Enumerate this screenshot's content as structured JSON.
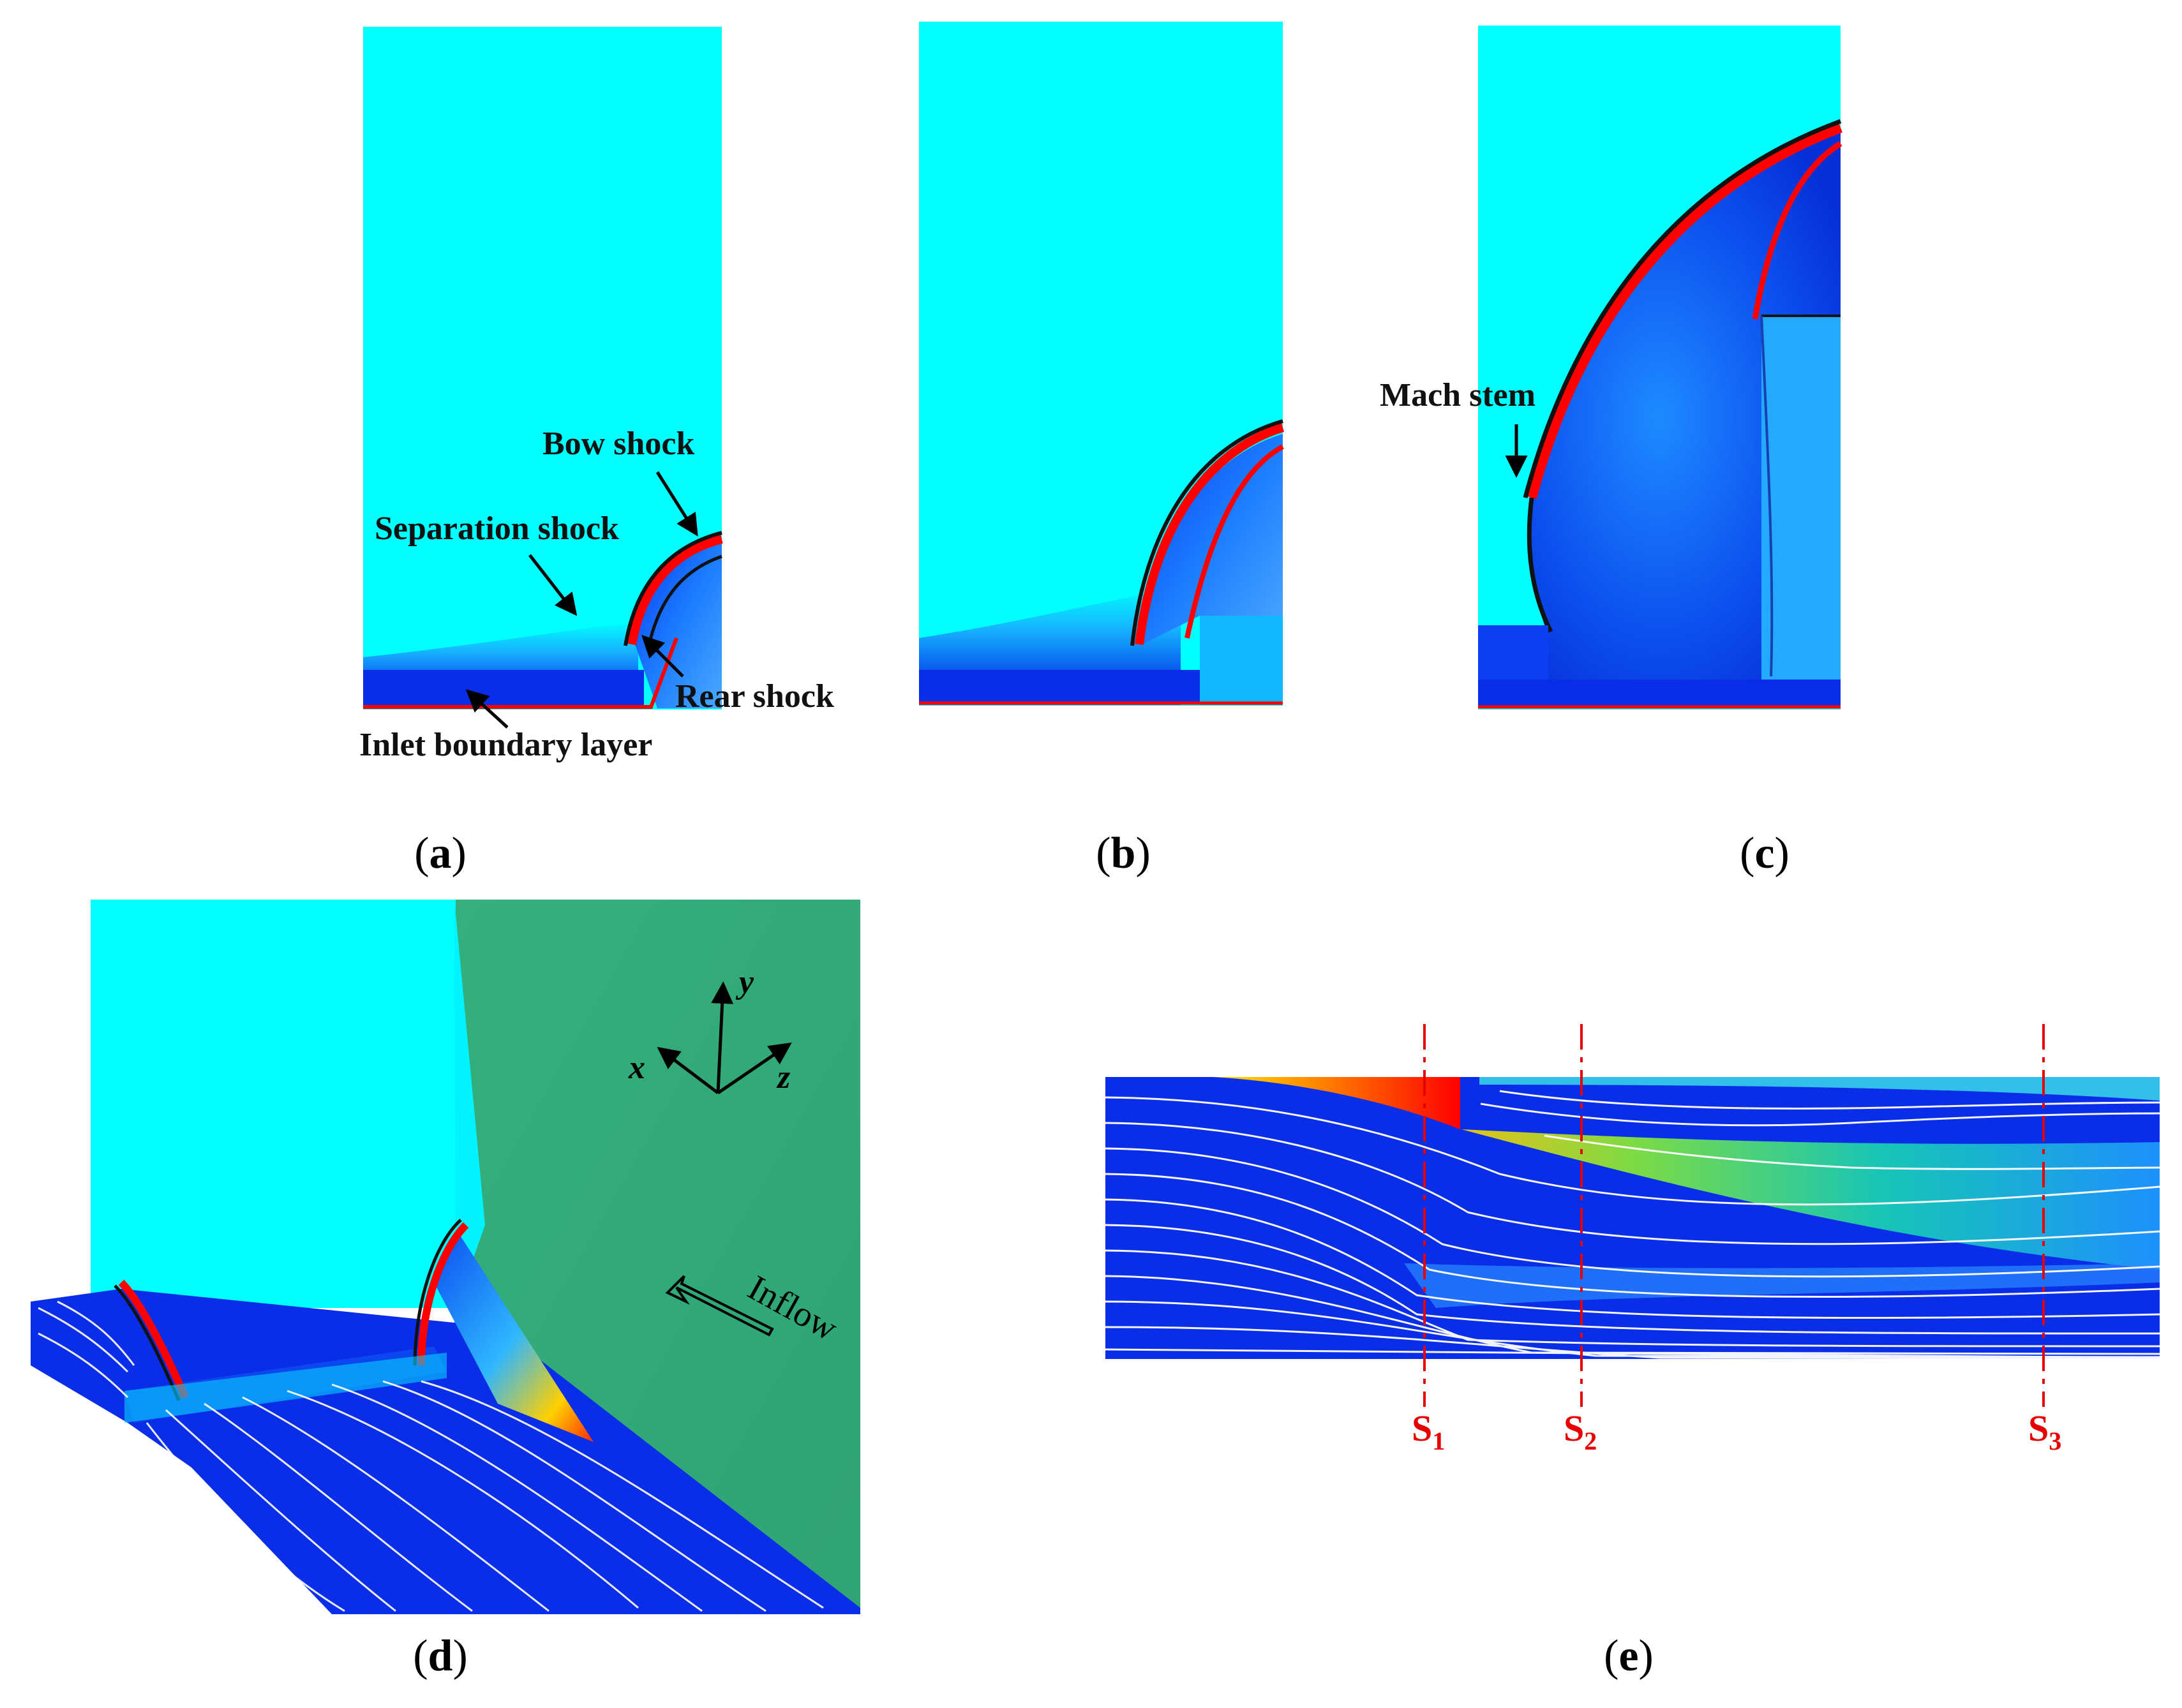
{
  "panels": {
    "a": {
      "caption": "a",
      "labels": {
        "bow_shock": "Bow shock",
        "separation_shock": "Separation shock",
        "rear_shock": "Rear shock",
        "inlet_boundary_layer": "Inlet boundary layer"
      }
    },
    "b": {
      "caption": "b"
    },
    "c": {
      "caption": "c",
      "labels": {
        "mach_stem": "Mach stem"
      }
    },
    "d": {
      "caption": "d",
      "axes": {
        "x": "x",
        "y": "y",
        "z": "z"
      },
      "inflow_label": "Inflow"
    },
    "e": {
      "caption": "e",
      "sections": [
        {
          "base": "S",
          "sub": "1"
        },
        {
          "base": "S",
          "sub": "2"
        },
        {
          "base": "S",
          "sub": "3"
        }
      ]
    }
  },
  "colors": {
    "freestream": "#00ffff",
    "boundary_layer": "#0a2ee8",
    "shock": "#ff0000",
    "wall_green": "#33ad7a",
    "section_line": "#e60000",
    "streamline": "#ffffff"
  }
}
